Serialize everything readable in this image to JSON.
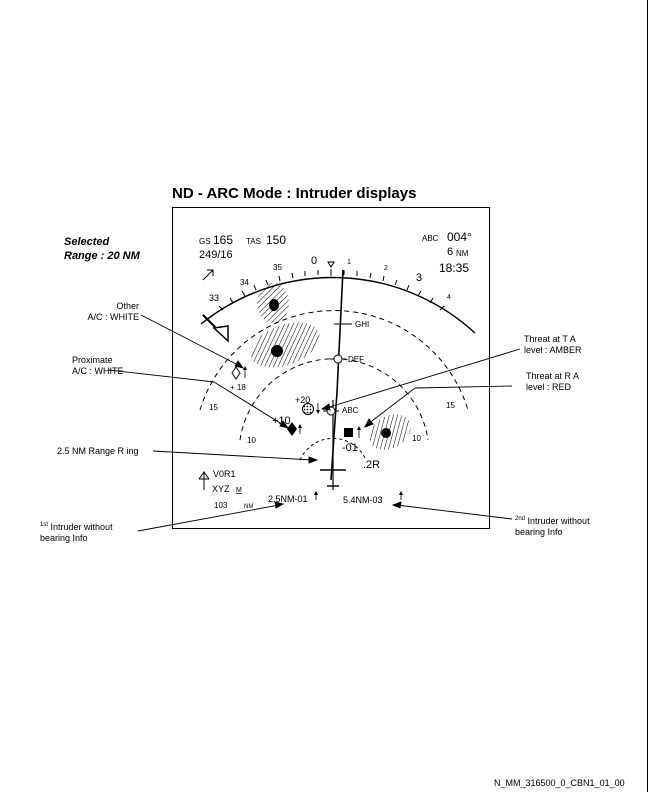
{
  "title": "ND - ARC Mode : Intruder displays",
  "selected_range": {
    "line1": "Selected",
    "line2": "Range :  20 NM"
  },
  "display": {
    "gs_label": "GS",
    "gs_value": "165",
    "tas_label": "TAS",
    "tas_value": "150",
    "wind": "249/16",
    "waypoint_name": "ABC",
    "waypoint_bearing": "004°",
    "waypoint_dist_value": "6",
    "waypoint_dist_unit": "NM",
    "time": "18:35",
    "compass_ticks": [
      "33",
      "34",
      "35",
      "0",
      "1",
      "2",
      "3",
      "4"
    ],
    "range_labels": {
      "left15": "15",
      "right15": "15",
      "left10": "10",
      "right10": "10"
    },
    "waypoints": {
      "ghi": "GHI",
      "def": "DEF",
      "abc": "ABC"
    },
    "intruders": {
      "proximate_alt": "+ 18",
      "ta_alt": "+20",
      "diamond_alt": "+10",
      "ra_alt": "-01"
    },
    "range_ring_label": ".2R",
    "vor_name": "V0R1",
    "xyz": "XYZ",
    "xyz_suffix": "M",
    "vor_dist": "103",
    "vor_unit": "NM",
    "no_bearing_1": "2.5NM-01",
    "no_bearing_2": "5.4NM-03"
  },
  "callouts": {
    "other_ac": "Other\nA/C : WHITE",
    "proximate_ac": "Proximate\nA/C : WHITE",
    "threat_ta": "Threat at T A\nlevel : AMBER",
    "threat_ra": "Threat at R A\nlevel : RED",
    "range_ring": "2.5 NM  Range R ing",
    "first_no_bearing_sup": "1st",
    "first_no_bearing": "Intruder without\nbearing Info",
    "second_no_bearing_sup": "2nd",
    "second_no_bearing": "Intruder without\nbearing Info"
  },
  "footer": "N_MM_316500_0_CBN1_01_00"
}
